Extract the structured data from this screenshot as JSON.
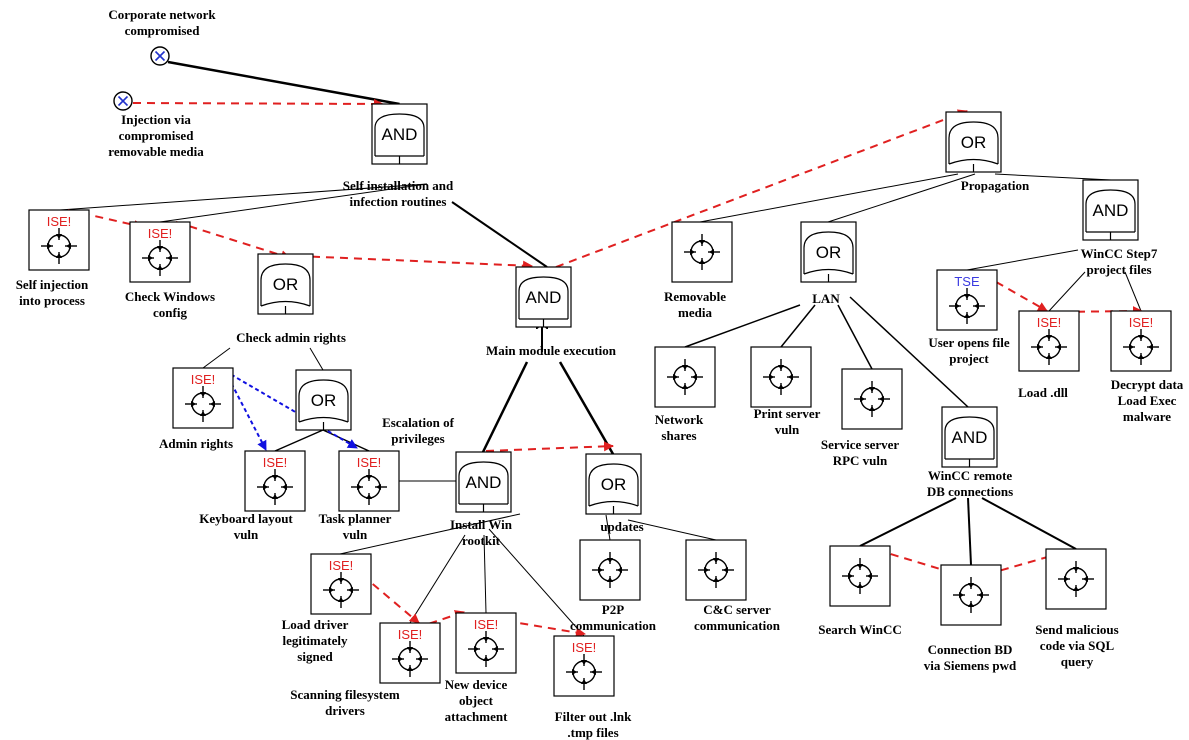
{
  "colors": {
    "ise": "#e02020",
    "tse": "#3a3ae0",
    "seq_red": "#e02020",
    "seq_blue": "#1010e0"
  },
  "gate_types": {
    "and": "AND",
    "or": "OR"
  },
  "tags": {
    "ise": "ISE!",
    "tse": "TSE"
  },
  "nodes": {
    "corporate": [
      "Corporate network",
      "compromised"
    ],
    "injection": [
      "Injection via",
      "compromised",
      "removable media"
    ],
    "self_install": [
      "Self installation and",
      "infection routines"
    ],
    "self_injection": [
      "Self injection",
      "into process"
    ],
    "check_windows": [
      "Check Windows",
      "config"
    ],
    "check_admin": [
      "Check admin rights"
    ],
    "admin_rights": [
      "Admin rights"
    ],
    "escalation": [
      "Escalation of",
      "privileges"
    ],
    "keyboard": [
      "Keyboard layout",
      "vuln"
    ],
    "task_planner": [
      "Task planner",
      "vuln"
    ],
    "main_module": [
      "Main module execution"
    ],
    "install_rootkit": [
      "Install Win",
      "rootkit"
    ],
    "load_driver": [
      "Load driver",
      "legitimately",
      "signed"
    ],
    "scanning": [
      "Scanning filesystem",
      "drivers"
    ],
    "new_device": [
      "New device",
      "object",
      "attachment"
    ],
    "filter_out": [
      "Filter out .lnk",
      ".tmp files"
    ],
    "updates": [
      "updates"
    ],
    "p2p": [
      "P2P",
      "communication"
    ],
    "cc_server": [
      "C&C server",
      "communication"
    ],
    "propagation": [
      "Propagation"
    ],
    "removable": [
      "Removable",
      "media"
    ],
    "lan": [
      "LAN"
    ],
    "network_shares": [
      "Network",
      "shares"
    ],
    "print_server": [
      "Print server",
      "vuln"
    ],
    "service_server": [
      "Service server",
      "RPC vuln"
    ],
    "wincc_remote": [
      "WinCC remote",
      "DB connections"
    ],
    "search_wincc": [
      "Search WinCC"
    ],
    "connection_bd": [
      "Connection BD",
      "via Siemens pwd"
    ],
    "send_malicious": [
      "Send malicious",
      "code via SQL",
      "query"
    ],
    "wincc_step7": [
      "WinCC Step7",
      "project files"
    ],
    "user_opens": [
      "User opens file",
      "project"
    ],
    "load_dll": [
      "Load .dll"
    ],
    "decrypt": [
      "Decrypt data",
      "Load Exec",
      "malware"
    ]
  }
}
